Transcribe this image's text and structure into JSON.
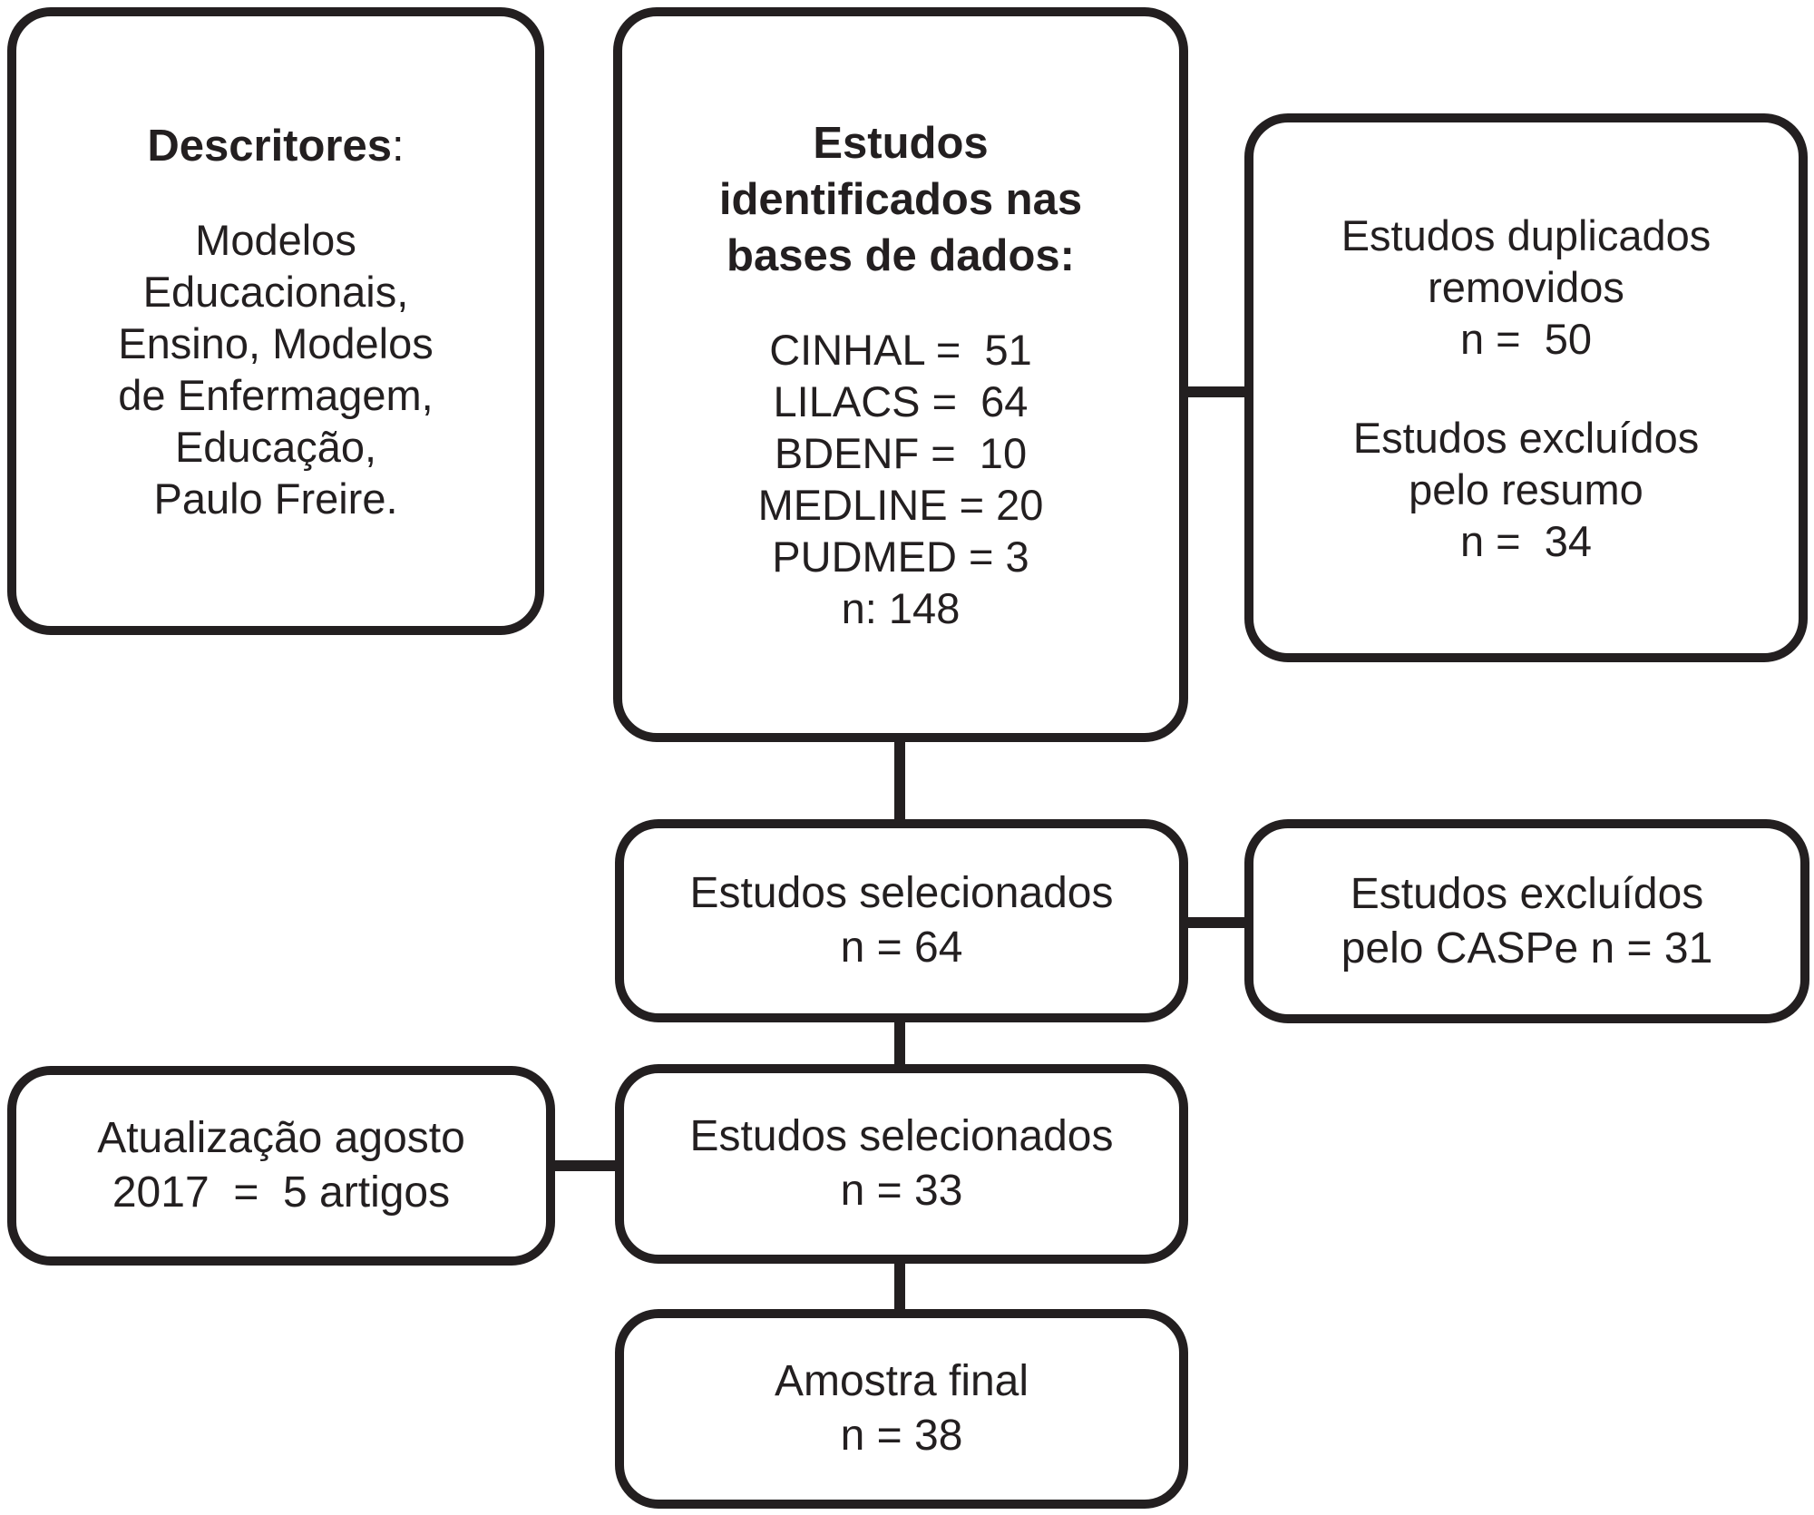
{
  "colors": {
    "ink": "#231f20",
    "background": "#ffffff"
  },
  "boxes": {
    "descritores": {
      "title": "Descritores",
      "colon": ":",
      "lines": [
        "Modelos",
        "Educacionais,",
        "Ensino, Modelos",
        "de Enfermagem,",
        "Educação,",
        "Paulo Freire."
      ]
    },
    "identificados": {
      "title_lines": [
        "Estudos",
        "identificados nas",
        "bases de dados:"
      ],
      "lines": [
        "CINHAL =  51",
        "LILACS =  64",
        "BDENF =  10",
        "MEDLINE = 20",
        "PUDMED = 3",
        "n: 148"
      ]
    },
    "duplicados": {
      "para1": [
        "Estudos duplicados",
        "removidos",
        "n =  50"
      ],
      "para2": [
        "Estudos excluídos",
        "pelo resumo",
        "n =  34"
      ]
    },
    "selecionados64": {
      "lines": [
        "Estudos selecionados",
        "n = 64"
      ]
    },
    "caspe": {
      "lines": [
        "Estudos excluídos",
        "pelo CASPe n = 31"
      ]
    },
    "atualizacao": {
      "lines": [
        "Atualização agosto",
        "2017  =  5 artigos"
      ]
    },
    "selecionados33": {
      "lines": [
        "Estudos selecionados",
        "n = 33"
      ]
    },
    "amostra": {
      "lines": [
        "Amostra final",
        "n = 38"
      ]
    }
  }
}
